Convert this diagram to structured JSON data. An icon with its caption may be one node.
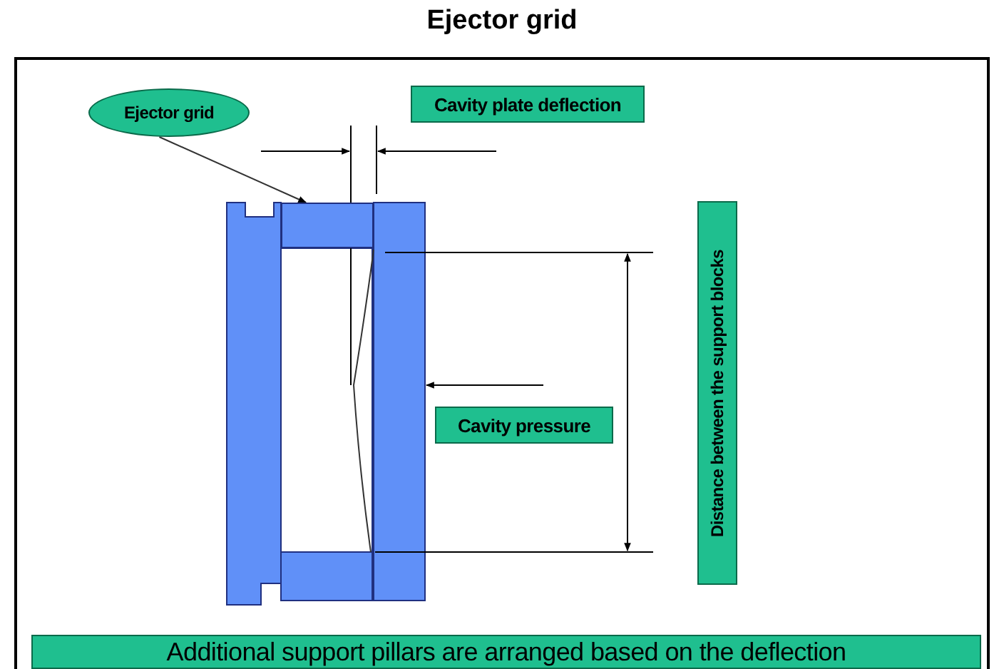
{
  "diagram": {
    "title": "Ejector grid",
    "nodes": [
      {
        "text": [
          "Ejector grid"
        ]
      },
      {
        "text": [],
        "shape": "box"
      },
      {
        "text": [
          "Cavity plate deflection"
        ]
      },
      {
        "text": [
          "Cavity pressure"
        ]
      },
      {
        "text": [
          "Distance between the support blocks"
        ]
      },
      {
        "text": [
          "Additional support pillars are arranged based on the deflection"
        ]
      }
    ],
    "edges": [
      {
        "from": 0,
        "to": 1,
        "arrow": "to"
      }
    ]
  }
}
